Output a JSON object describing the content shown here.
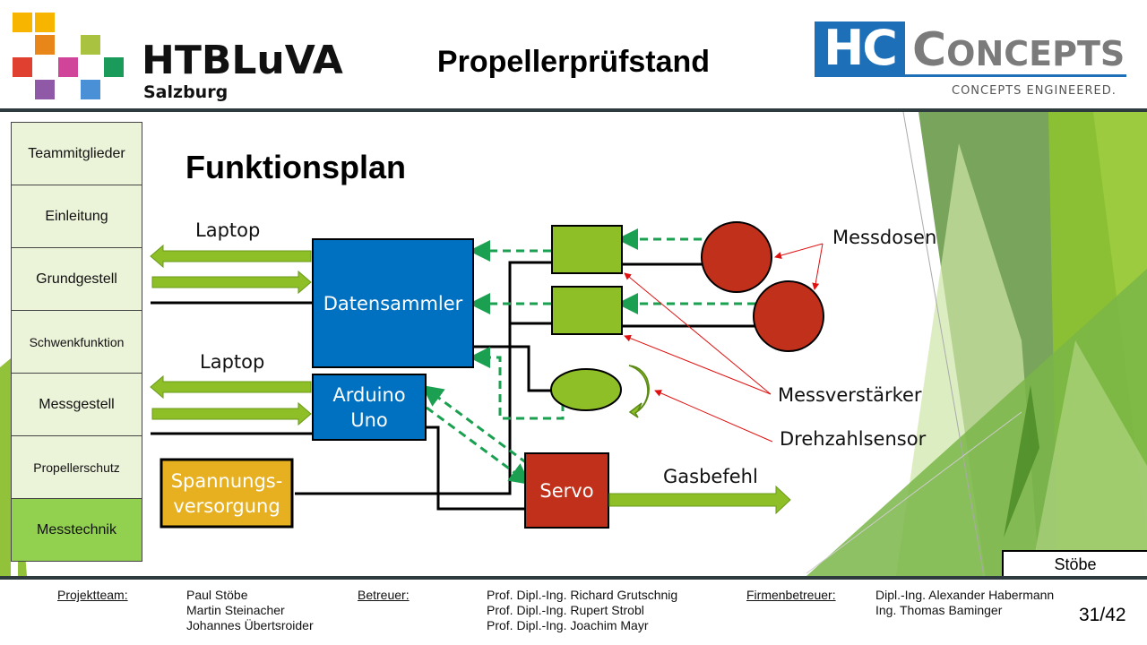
{
  "header": {
    "school_name": "HTBLuVA",
    "school_city": "Salzburg",
    "title": "Propellerprüfstand",
    "partner_logo": {
      "mark": "HC",
      "name_first": "C",
      "name_rest": "ONCEPTS",
      "tagline": "CONCEPTS ENGINEERED."
    },
    "logo_colors": [
      "#f7b500",
      "#f7b500",
      "#e8861a",
      "#a9c23f",
      "#e0402f",
      "#d0449a",
      "#1a9b5a",
      "#9059a8",
      "#4a90d6"
    ]
  },
  "nav": {
    "items": [
      {
        "label": "Teammitglieder",
        "active": false
      },
      {
        "label": "Einleitung",
        "active": false
      },
      {
        "label": "Grundgestell",
        "active": false
      },
      {
        "label": "Schwenkfunktion",
        "active": false
      },
      {
        "label": "Messgestell",
        "active": false
      },
      {
        "label": "Propellerschutz",
        "active": false
      },
      {
        "label": "Messtechnik",
        "active": true
      }
    ]
  },
  "slide": {
    "title": "Funktionsplan",
    "diagram": {
      "labels": {
        "laptop_1": "Laptop",
        "laptop_2": "Laptop",
        "gasbefehl": "Gasbefehl",
        "messdosen": "Messdosen",
        "messverstaerker": "Messverstärker",
        "drehzahlsensor": "Drehzahlsensor"
      },
      "blocks": {
        "datensammler": "Datensammler",
        "arduino_line1": "Arduino",
        "arduino_line2": "Uno",
        "servo": "Servo",
        "power_line1": "Spannungs-",
        "power_line2": "versorgung"
      },
      "colors": {
        "blue_block": "#0070c0",
        "green_block": "#8fbf26",
        "red_block": "#c0301a",
        "yellow_block": "#e6b020",
        "signal_dashed": "#1aa050",
        "callout": "#e01010"
      }
    },
    "author": "Stöbe"
  },
  "footer": {
    "team_label": "Projektteam:",
    "team": [
      "Paul Stöbe",
      "Martin Steinacher",
      "Johannes Übertsroider"
    ],
    "advisors_label": "Betreuer:",
    "advisors": [
      "Prof. Dipl.-Ing. Richard Grutschnig",
      "Prof. Dipl.-Ing. Rupert Strobl",
      "Prof. Dipl.-Ing. Joachim Mayr"
    ],
    "company_label": "Firmenbetreuer:",
    "company_advisors": [
      "Dipl.-Ing. Alexander Habermann",
      "Ing. Thomas Baminger"
    ],
    "page": "31/42"
  }
}
